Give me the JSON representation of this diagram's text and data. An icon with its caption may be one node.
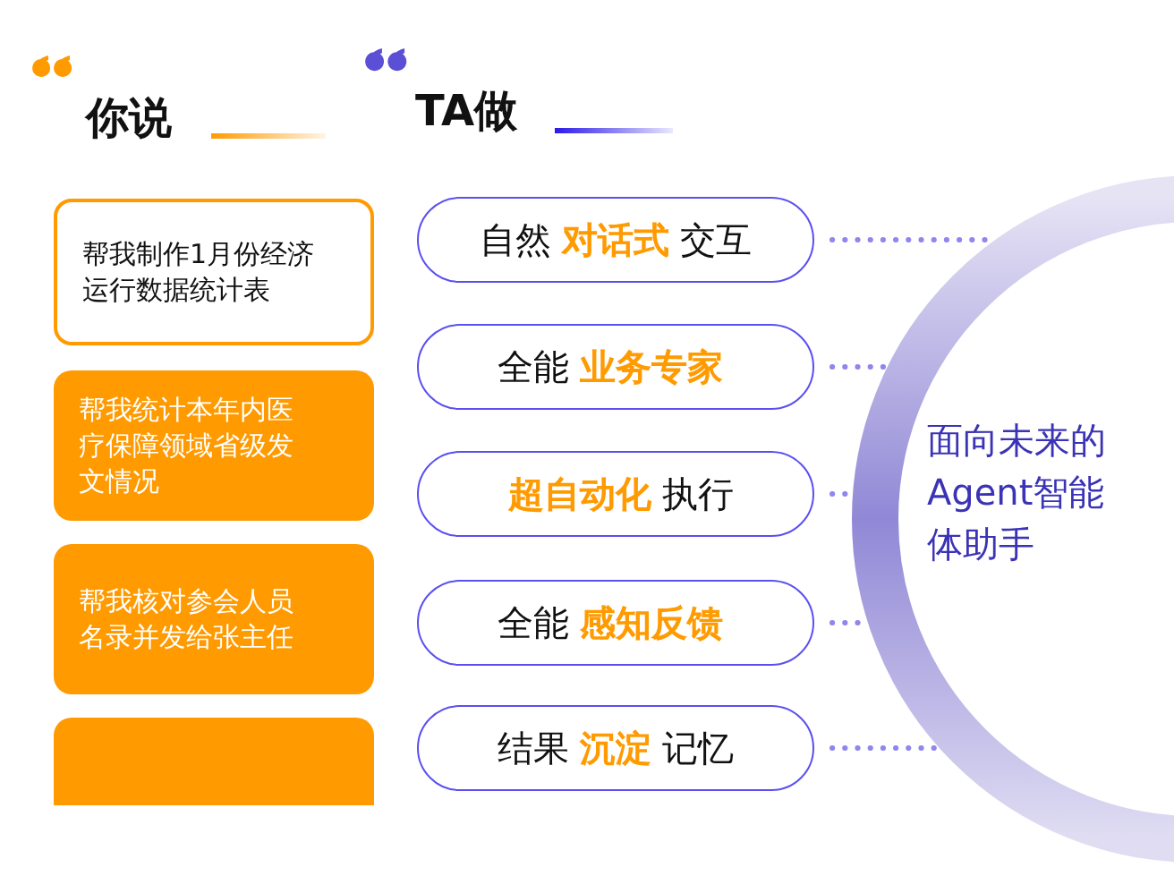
{
  "diagram": {
    "nodes": [
      {
        "text": [
          "帮我制作1月份经济运行数据统计表"
        ]
      },
      {
        "text": [
          "帮我统计本年内医疗保障领域省级发文情况"
        ]
      },
      {
        "text": [
          "帮我核对参会人员名录并发给张主任"
        ]
      },
      {
        "text": [],
        "shape": "box"
      },
      {
        "text": [
          "自然 **对话式** 交互"
        ]
      },
      {
        "text": [
          "全能 **业务专家**"
        ]
      },
      {
        "text": [
          "**超自动化** 执行"
        ]
      },
      {
        "text": [
          "全能 **感知反馈**"
        ]
      },
      {
        "text": [
          "结果 **沉淀** 记忆"
        ]
      },
      {
        "text": [
          "面向未来的Agent智能体助手"
        ]
      }
    ],
    "edges": [
      {
        "from": 4,
        "to": 9,
        "arrow": "none",
        "style": "dashed"
      },
      {
        "from": 5,
        "to": 9,
        "arrow": "none",
        "style": "dashed"
      },
      {
        "from": 6,
        "to": 9,
        "arrow": "none",
        "style": "dashed"
      },
      {
        "from": 7,
        "to": 9,
        "arrow": "none",
        "style": "dashed"
      },
      {
        "from": 8,
        "to": 9,
        "arrow": "none",
        "style": "dashed"
      }
    ],
    "labels": [
      "你说",
      "TA做"
    ]
  }
}
